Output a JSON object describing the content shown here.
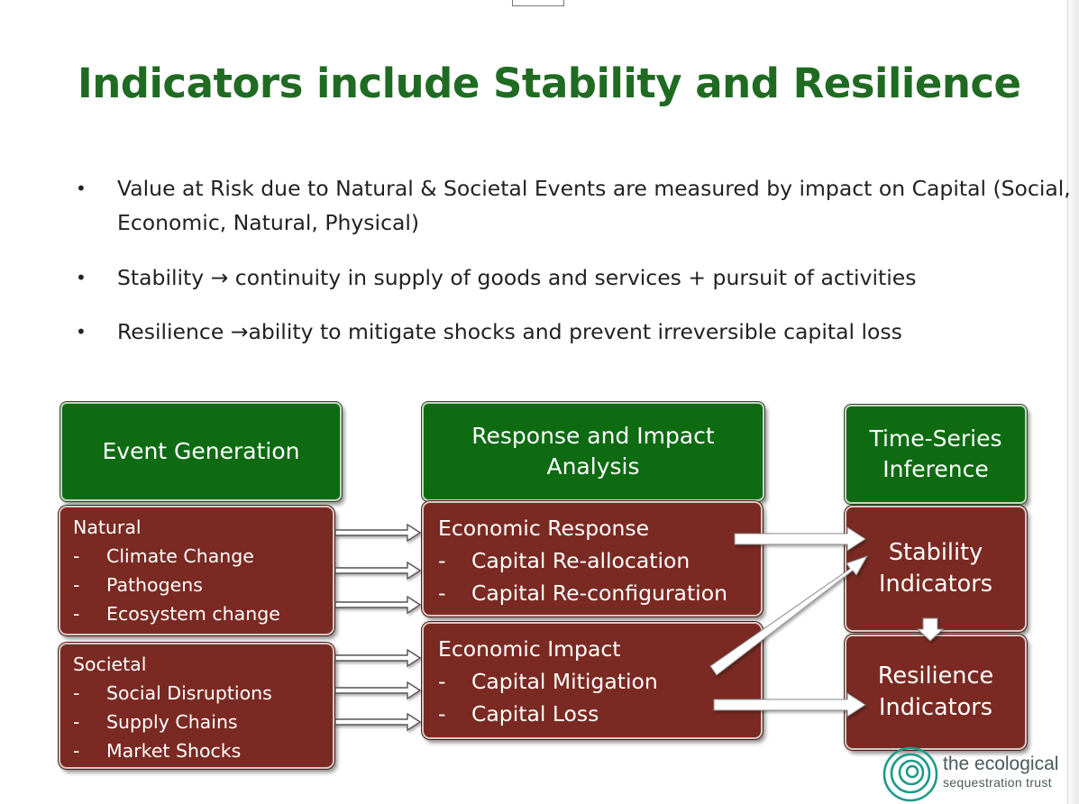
{
  "slide": {
    "title": "Indicators include Stability and Resilience",
    "bullets": [
      "Value at Risk due to Natural & Societal Events are measured by impact on Capital (Social, Economic, Natural, Physical)",
      "Stability → continuity in supply of goods and services + pursuit of activities",
      "Resilience →ability to mitigate shocks and prevent irreversible capital loss"
    ],
    "bullet_glyph": "•"
  },
  "diagram": {
    "headers": {
      "event_generation": "Event Generation",
      "response_line1": "Response and Impact",
      "response_line2": "Analysis",
      "timeseries_line1": "Time-Series",
      "timeseries_line2": "Inference"
    },
    "natural": {
      "head": "Natural",
      "items": [
        "Climate Change",
        "Pathogens",
        "Ecosystem change"
      ]
    },
    "societal": {
      "head": "Societal",
      "items": [
        "Social Disruptions",
        "Supply Chains",
        "Market Shocks"
      ]
    },
    "economic_response": {
      "head": "Economic Response",
      "items": [
        "Capital Re-allocation",
        "Capital Re-configuration"
      ]
    },
    "economic_impact": {
      "head": "Economic Impact",
      "items": [
        "Capital Mitigation",
        "Capital Loss"
      ]
    },
    "stability": {
      "line1": "Stability",
      "line2": "Indicators"
    },
    "resilience": {
      "line1": "Resilience",
      "line2": "Indicators"
    },
    "dash": "-",
    "colors": {
      "header_green": "#0e6b12",
      "box_red": "#7a2a22",
      "title_green": "#1f6b22"
    }
  },
  "logo": {
    "line1": "the ecological",
    "line2": "sequestration trust",
    "icon": "spiral-logo-icon"
  }
}
